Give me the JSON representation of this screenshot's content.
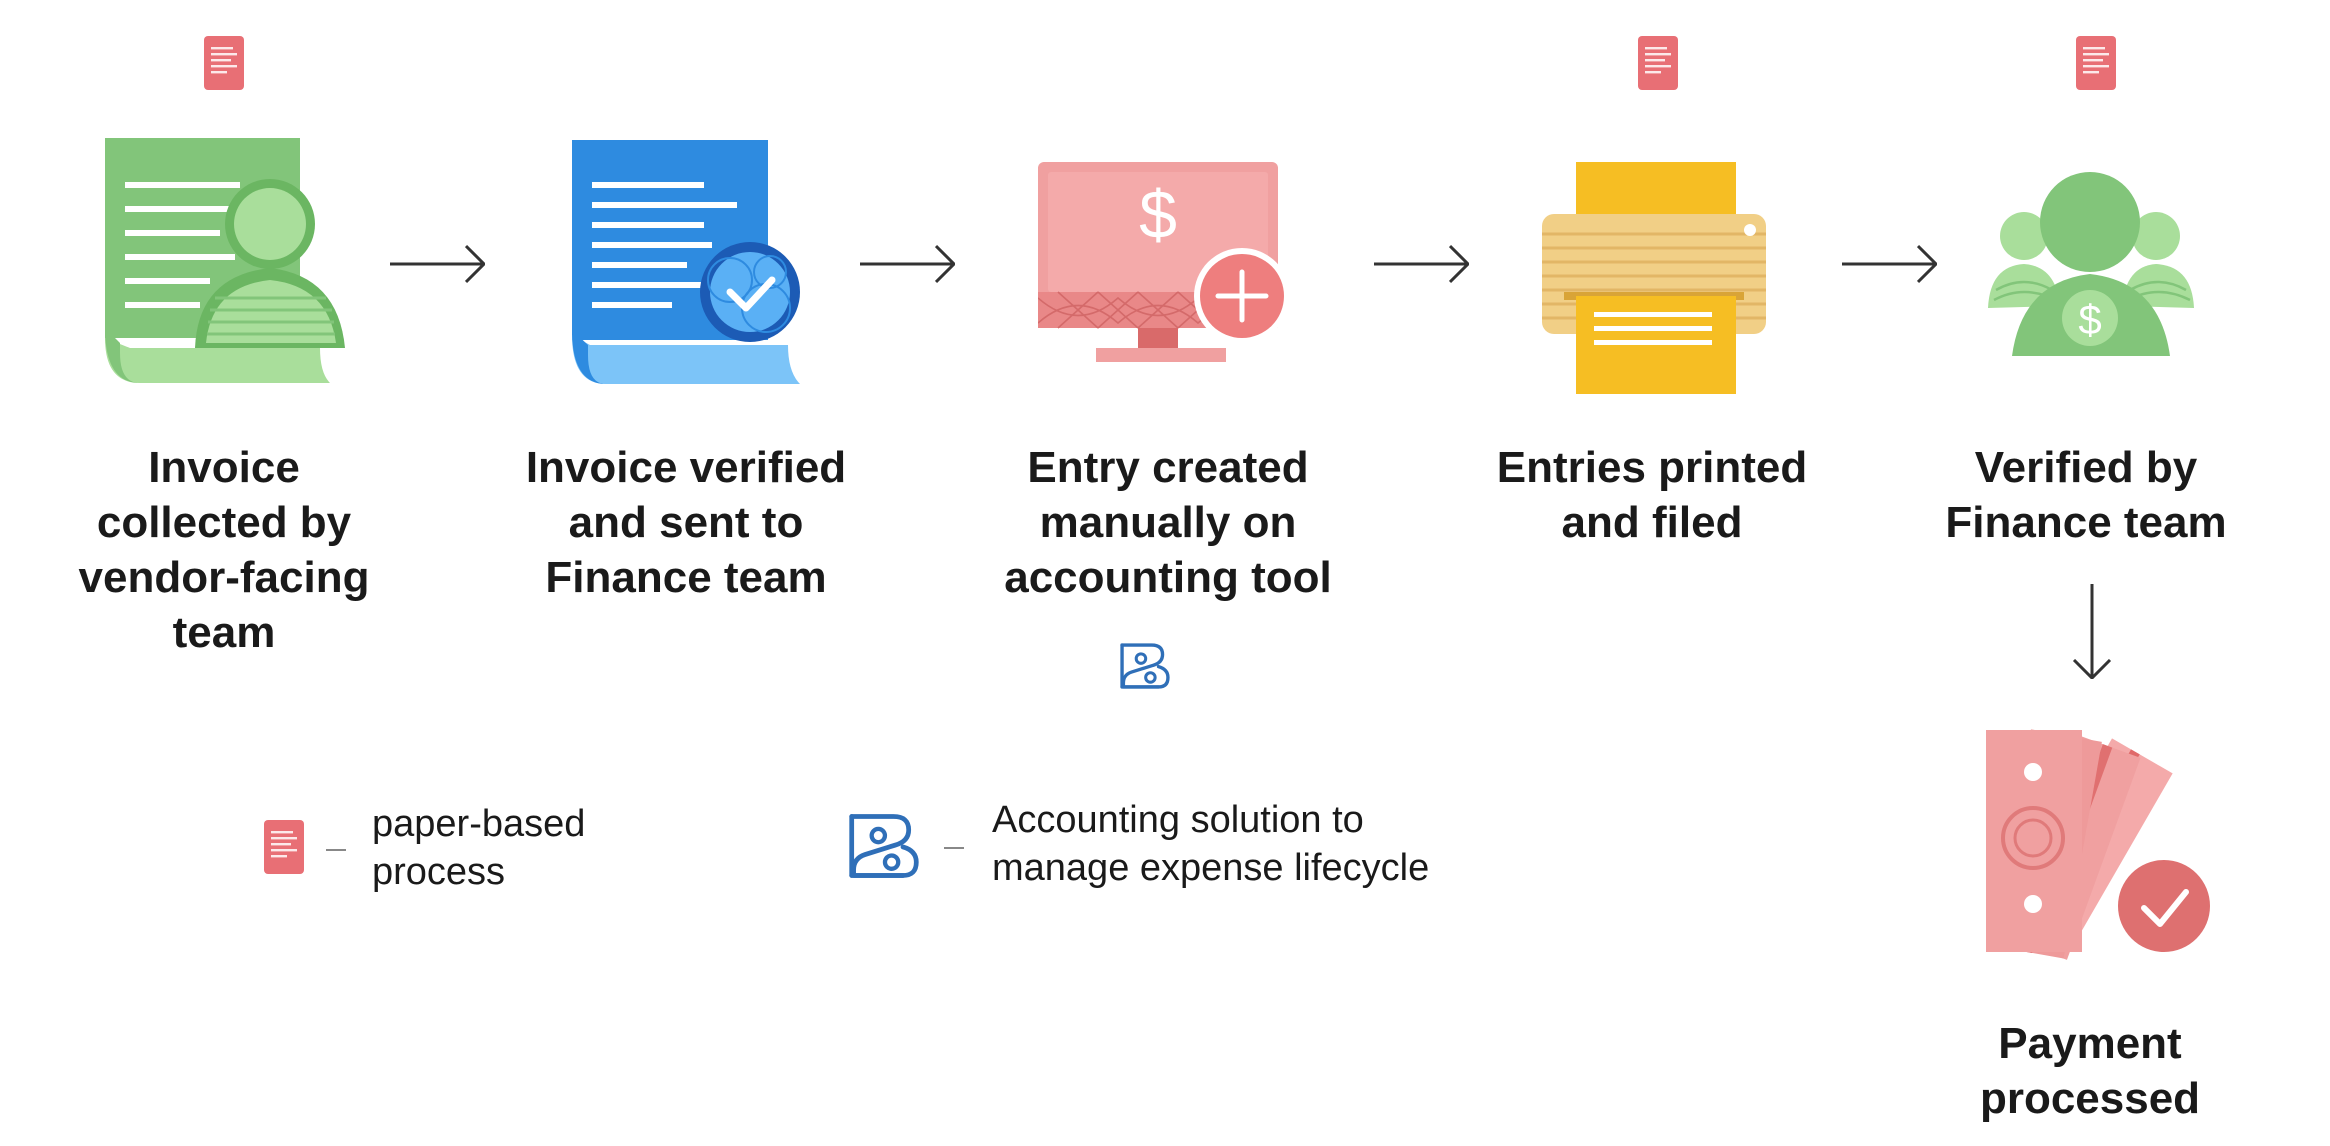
{
  "colors": {
    "paper_icon": "#E86F75",
    "accounting_icon": "#2F6FB8",
    "green": "#82C57A",
    "light_green": "#A9DE9B",
    "blue": "#2E8BE0",
    "light_blue": "#7CC4F8",
    "pink": "#F0A0A0",
    "yellow": "#F6BE23",
    "tan": "#F1CF86",
    "text": "#1a1a1a"
  },
  "steps": [
    {
      "id": "step1",
      "label": "Invoice\ncollected by\nvendor-facing\nteam",
      "icon": "invoice-person-icon",
      "paper_based": true,
      "accounting_tool": false
    },
    {
      "id": "step2",
      "label": "Invoice verified\nand sent to\nFinance team",
      "icon": "verified-invoice-icon",
      "paper_based": false,
      "accounting_tool": false
    },
    {
      "id": "step3",
      "label": "Entry created\nmanually on\naccounting tool",
      "icon": "monitor-dollar-icon",
      "paper_based": false,
      "accounting_tool": true
    },
    {
      "id": "step4",
      "label": "Entries printed\nand filed",
      "icon": "printer-icon",
      "paper_based": true,
      "accounting_tool": false
    },
    {
      "id": "step5",
      "label": "Verified by\nFinance team",
      "icon": "finance-team-icon",
      "paper_based": true,
      "accounting_tool": false
    },
    {
      "id": "step6",
      "label": "Payment\nprocessed",
      "icon": "payment-cash-icon",
      "paper_based": false,
      "accounting_tool": false
    }
  ],
  "legend": {
    "paper": {
      "icon": "paper-doc-icon",
      "dash": "–",
      "text": "paper-based\nprocess"
    },
    "accounting": {
      "icon": "accounting-solution-icon",
      "dash": "–",
      "text": "Accounting solution to\nmanage expense lifecycle"
    }
  }
}
